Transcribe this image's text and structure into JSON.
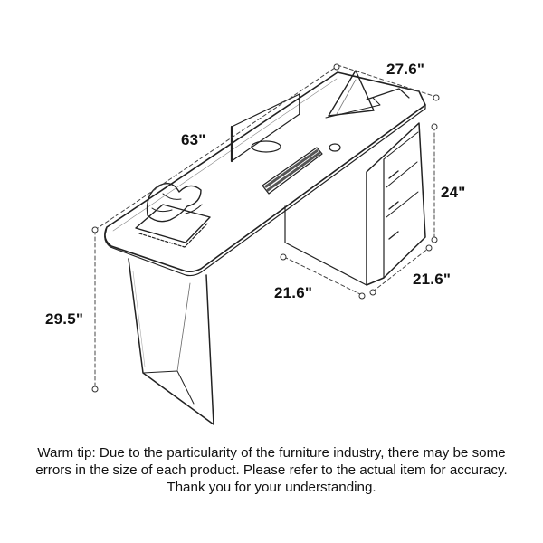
{
  "dimensions": {
    "desk_width": "63\"",
    "desk_depth": "27.6\"",
    "desk_height": "29.5\"",
    "cabinet_height": "24\"",
    "cabinet_depth_left": "21.6\"",
    "cabinet_depth_right": "21.6\""
  },
  "warm_tip": "Warm tip: Due to the particularity of the furniture industry, there may be some errors in the size of each product. Please refer to the actual item for accuracy. Thank you for your understanding."
}
